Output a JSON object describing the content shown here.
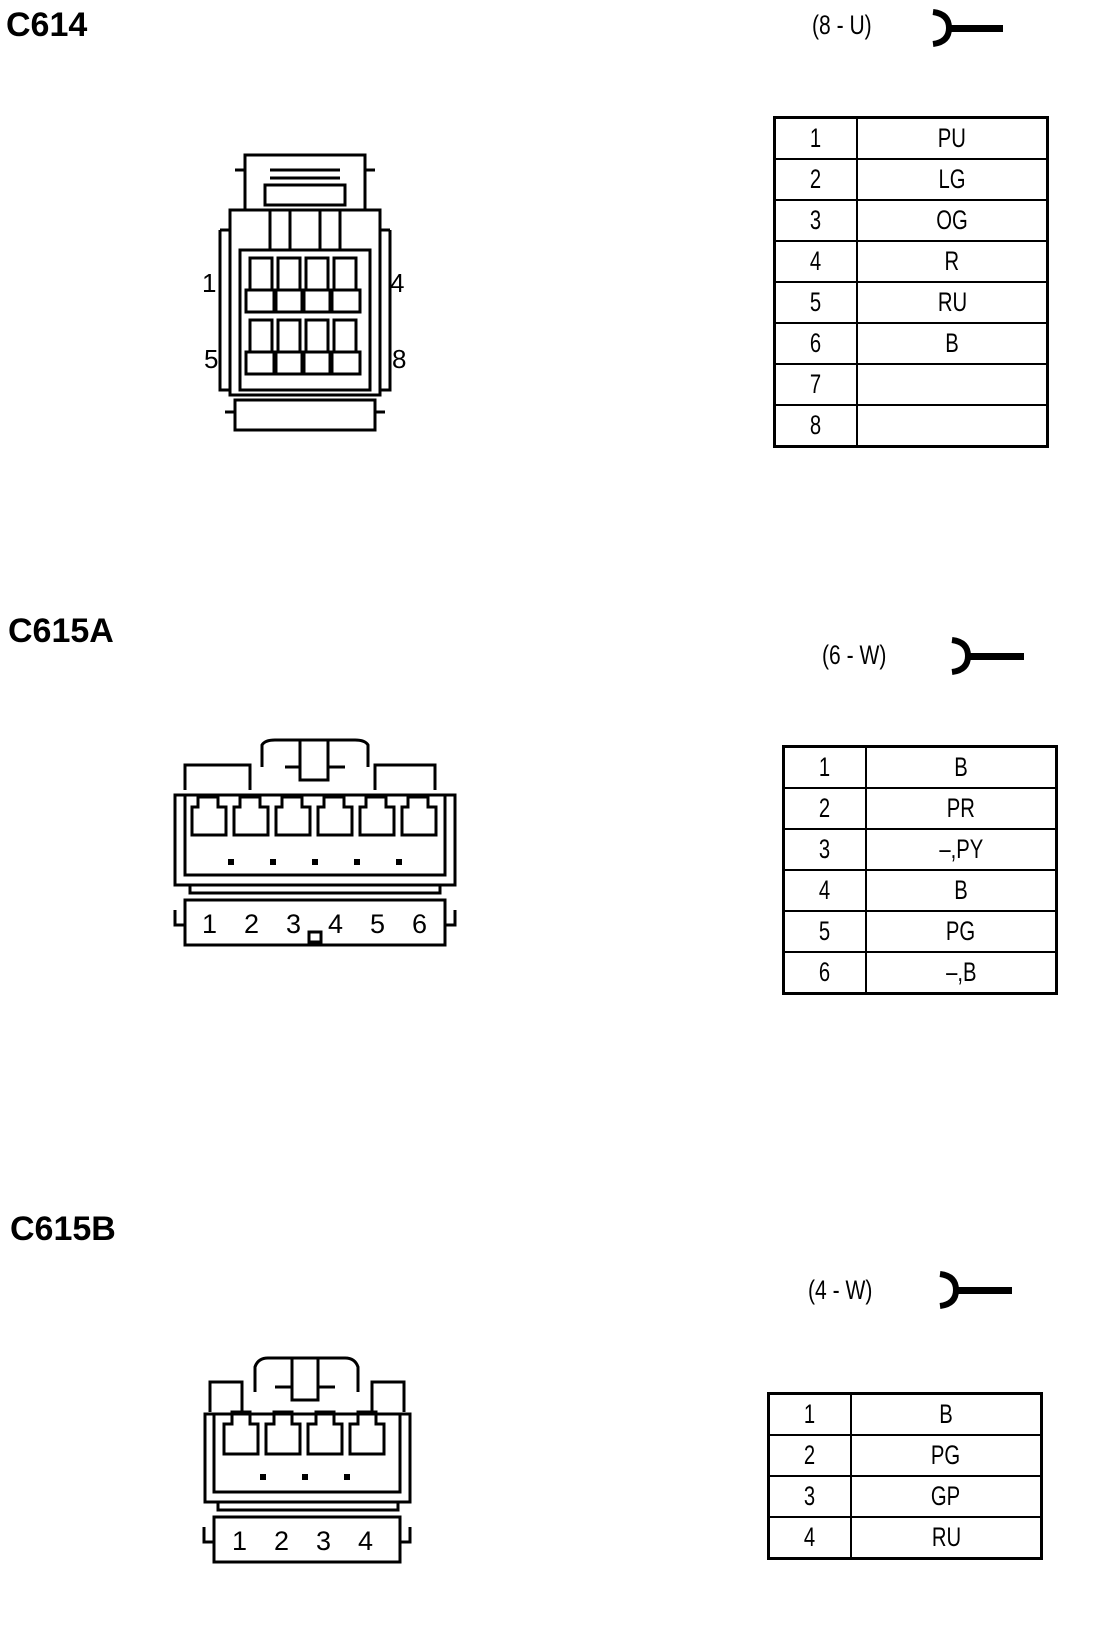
{
  "connectors": [
    {
      "id": "C614",
      "code": "(8 - U)",
      "pins": [
        {
          "pin": "1",
          "color": "PU"
        },
        {
          "pin": "2",
          "color": "LG"
        },
        {
          "pin": "3",
          "color": "OG"
        },
        {
          "pin": "4",
          "color": "R"
        },
        {
          "pin": "5",
          "color": "RU"
        },
        {
          "pin": "6",
          "color": "B"
        },
        {
          "pin": "7",
          "color": ""
        },
        {
          "pin": "8",
          "color": ""
        }
      ],
      "face_labels": {
        "top_left": "1",
        "top_right": "4",
        "bottom_left": "5",
        "bottom_right": "8"
      }
    },
    {
      "id": "C615A",
      "code": "(6 - W)",
      "pins": [
        {
          "pin": "1",
          "color": "B"
        },
        {
          "pin": "2",
          "color": "PR"
        },
        {
          "pin": "3",
          "color": "–,PY"
        },
        {
          "pin": "4",
          "color": "B"
        },
        {
          "pin": "5",
          "color": "PG"
        },
        {
          "pin": "6",
          "color": "–,B"
        }
      ],
      "face_labels": [
        "1",
        "2",
        "3",
        "4",
        "5",
        "6"
      ]
    },
    {
      "id": "C615B",
      "code": "(4 - W)",
      "pins": [
        {
          "pin": "1",
          "color": "B"
        },
        {
          "pin": "2",
          "color": "PG"
        },
        {
          "pin": "3",
          "color": "GP"
        },
        {
          "pin": "4",
          "color": "RU"
        }
      ],
      "face_labels": [
        "1",
        "2",
        "3",
        "4"
      ]
    }
  ]
}
